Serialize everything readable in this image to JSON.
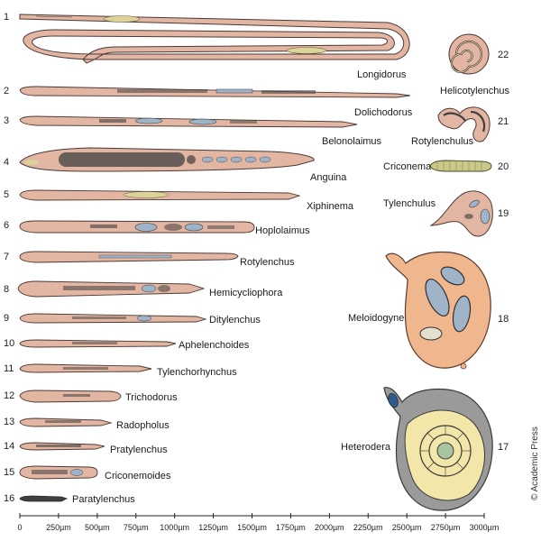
{
  "colors": {
    "body_fill": "#e3b6a3",
    "body_stroke": "#4a3a36",
    "organ_dark": "#3f3f3f",
    "organ_light": "#9fb4c8",
    "gonad_yellow": "#dcd39a",
    "cyst_gray": "#9a9a9a",
    "cyst_egg": "#f2e6a8",
    "meloid_fill": "#f0b68e"
  },
  "nematodes": [
    {
      "number": "1",
      "name": "Longidorus"
    },
    {
      "number": "2",
      "name": "Dolichodorus"
    },
    {
      "number": "3",
      "name": "Belonolaimus"
    },
    {
      "number": "4",
      "name": "Anguina"
    },
    {
      "number": "5",
      "name": "Xiphinema"
    },
    {
      "number": "6",
      "name": "Hoplolaimus"
    },
    {
      "number": "7",
      "name": "Rotylenchus"
    },
    {
      "number": "8",
      "name": "Hemicycliophora"
    },
    {
      "number": "9",
      "name": "Ditylenchus"
    },
    {
      "number": "10",
      "name": "Aphelenchoides"
    },
    {
      "number": "11",
      "name": "Tylenchorhynchus"
    },
    {
      "number": "12",
      "name": "Trichodorus"
    },
    {
      "number": "13",
      "name": "Radopholus"
    },
    {
      "number": "14",
      "name": "Pratylenchus"
    },
    {
      "number": "15",
      "name": "Criconemoides"
    },
    {
      "number": "16",
      "name": "Paratylenchus"
    },
    {
      "number": "17",
      "name": "Heterodera"
    },
    {
      "number": "18",
      "name": "Meloidogyne"
    },
    {
      "number": "19",
      "name": "Tylenchulus"
    },
    {
      "number": "20",
      "name": "Criconema"
    },
    {
      "number": "21",
      "name": "Rotylenchulus"
    },
    {
      "number": "22",
      "name": "Helicotylenchus"
    }
  ],
  "scale_ticks": [
    "0",
    "250µm",
    "500µm",
    "750µm",
    "1000µm",
    "1250µm",
    "1500µm",
    "1750µm",
    "2000µm",
    "2250µm",
    "2500µm",
    "2750µm",
    "3000µm"
  ],
  "credit": "© Academic Press"
}
